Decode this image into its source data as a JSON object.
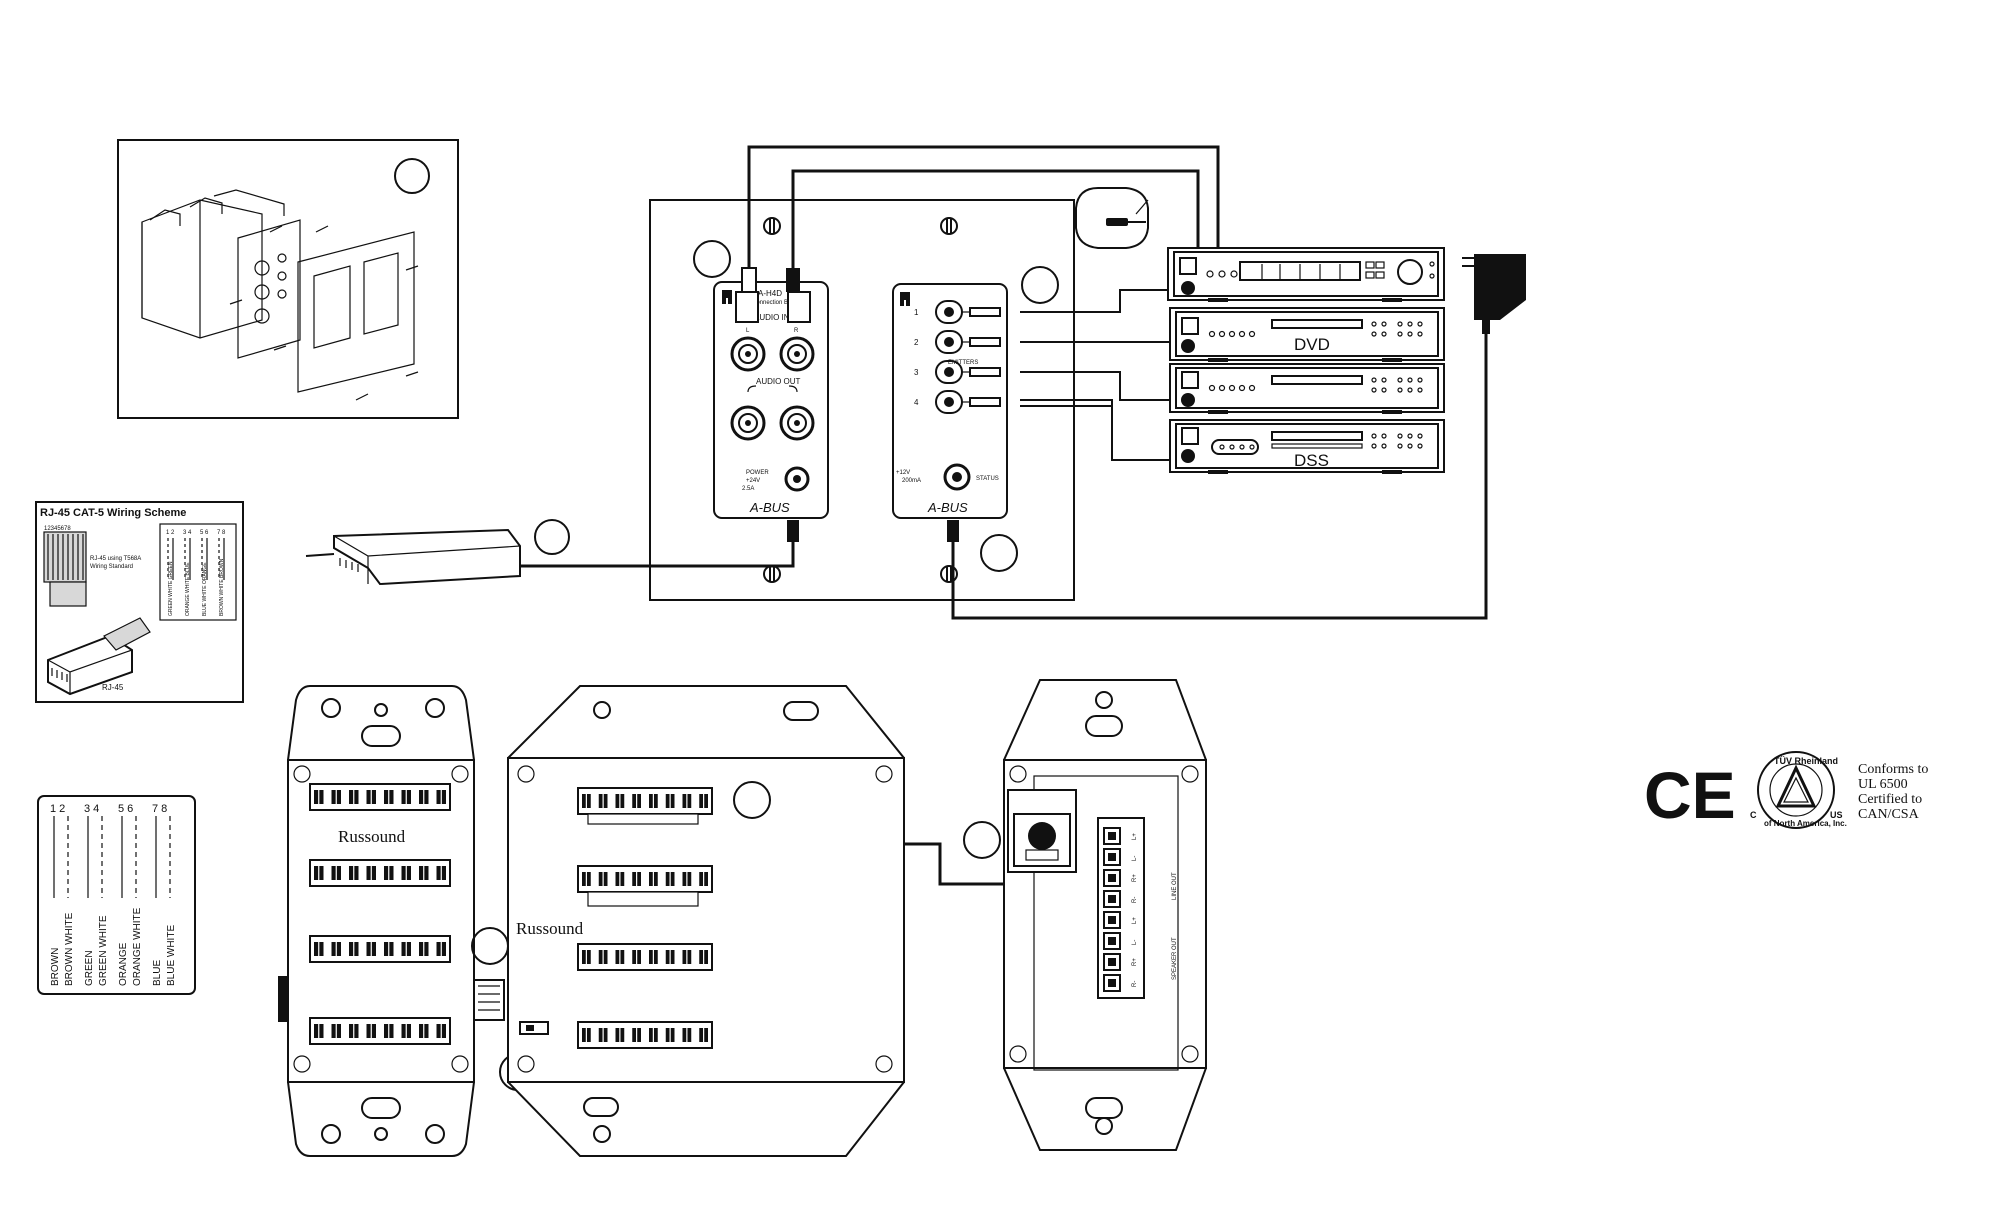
{
  "installation_box": {},
  "wiring_scheme": {
    "title": "RJ-45 CAT-5 Wiring Scheme",
    "note_line1": "RJ-45 using T568A",
    "note_line2": "Wiring Standard",
    "connector_label": "RJ-45",
    "pin_numbers": "12345678",
    "pin_pairs": [
      "1 2",
      "3 4",
      "5 6",
      "7 8"
    ],
    "pair_labels": [
      "GREEN WHITE GREEN",
      "ORANGE WHITE BLUE",
      "BLUE WHITE ORANGE",
      "BROWN WHITE BROWN"
    ]
  },
  "color_table": {
    "pair_numbers": [
      "1 2",
      "3 4",
      "5 6",
      "7 8"
    ],
    "colors": [
      "BROWN",
      "BROWN WHITE",
      "GREEN",
      "GREEN WHITE",
      "ORANGE",
      "ORANGE WHITE",
      "BLUE",
      "BLUE WHITE"
    ]
  },
  "audio_plate": {
    "model_line1": "A-H4D",
    "model_line2": "Connection B",
    "audio_in": "AUDIO IN",
    "audio_out": "AUDIO OUT",
    "left": "L",
    "right": "R",
    "power": "POWER",
    "power_spec1": "+24V",
    "power_spec2": "2.5A",
    "logo": "A-BUS"
  },
  "emitter_plate": {
    "ports": [
      "1",
      "2",
      "3",
      "4"
    ],
    "emitters": "EMITTERS",
    "power_spec1": "+12V",
    "power_spec2": "200mA",
    "status": "STATUS",
    "logo": "A-BUS"
  },
  "components": {
    "dvd_label": "DVD",
    "dss_label": "DSS"
  },
  "hub": {
    "brand_left": "Russound",
    "brand_right": "Russound"
  },
  "keypad": {
    "terminals": [
      "L+",
      "L-",
      "R+",
      "R-",
      "L+",
      "L-",
      "R+",
      "R-"
    ],
    "line_out": "LINE OUT",
    "speaker_out": "SPEAKER OUT"
  },
  "certification": {
    "ce": "CE",
    "tuv_top": "TÜV Rheinland",
    "tuv_bottom": "of North America, Inc.",
    "c": "C",
    "us": "US",
    "lines": [
      "Conforms to",
      "UL 6500",
      "Certified to",
      "CAN/CSA"
    ]
  }
}
